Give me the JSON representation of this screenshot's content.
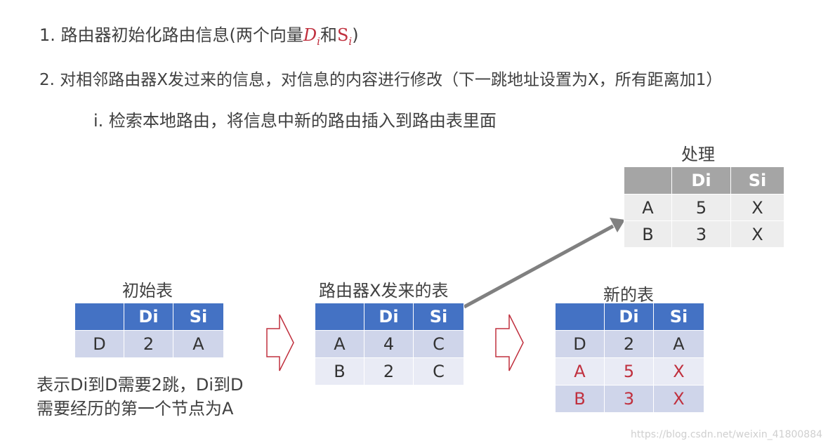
{
  "steps": {
    "step1_prefix": "1. 路由器初始化路由信息(两个向量",
    "step1_var_d": "D",
    "step1_sub_d": "i",
    "step1_and": "和",
    "step1_var_s": "S",
    "step1_sub_s": "i",
    "step1_suffix": ")",
    "step2": "2. 对相邻路由器X发过来的信息，对信息的内容进行修改（下一跳地址设置为X，所有距离加1）",
    "step2i": "i. 检索本地路由，将信息中新的路由插入到路由表里面"
  },
  "tables": {
    "initial": {
      "title": "初始表",
      "headers": [
        "",
        "Di",
        "Si"
      ],
      "rows": [
        [
          "D",
          "2",
          "A"
        ]
      ]
    },
    "from_x": {
      "title": "路由器X发来的表",
      "headers": [
        "",
        "Di",
        "Si"
      ],
      "rows": [
        [
          "A",
          "4",
          "C"
        ],
        [
          "B",
          "2",
          "C"
        ]
      ]
    },
    "processed": {
      "title": "处理",
      "headers": [
        "",
        "Di",
        "Si"
      ],
      "rows": [
        [
          "A",
          "5",
          "X"
        ],
        [
          "B",
          "3",
          "X"
        ]
      ]
    },
    "new": {
      "title": "新的表",
      "headers": [
        "",
        "Di",
        "Si"
      ],
      "rows": [
        [
          "D",
          "2",
          "A"
        ],
        [
          "A",
          "5",
          "X"
        ],
        [
          "B",
          "3",
          "X"
        ]
      ]
    }
  },
  "note": {
    "line1": "表示Di到D需要2跳，Di到D",
    "line2": "需要经历的第一个节点为A"
  },
  "watermark": "https://blog.csdn.net/weixin_41800884",
  "colors": {
    "header_blue": "#4472c4",
    "row_blue_1": "#cfd5ea",
    "row_blue_2": "#e9ebf5",
    "header_gray": "#a5a5a5",
    "row_gray": "#ededed",
    "highlight_red": "#c0303e",
    "arrow_outline": "#c0303e",
    "connector_gray": "#808080"
  }
}
